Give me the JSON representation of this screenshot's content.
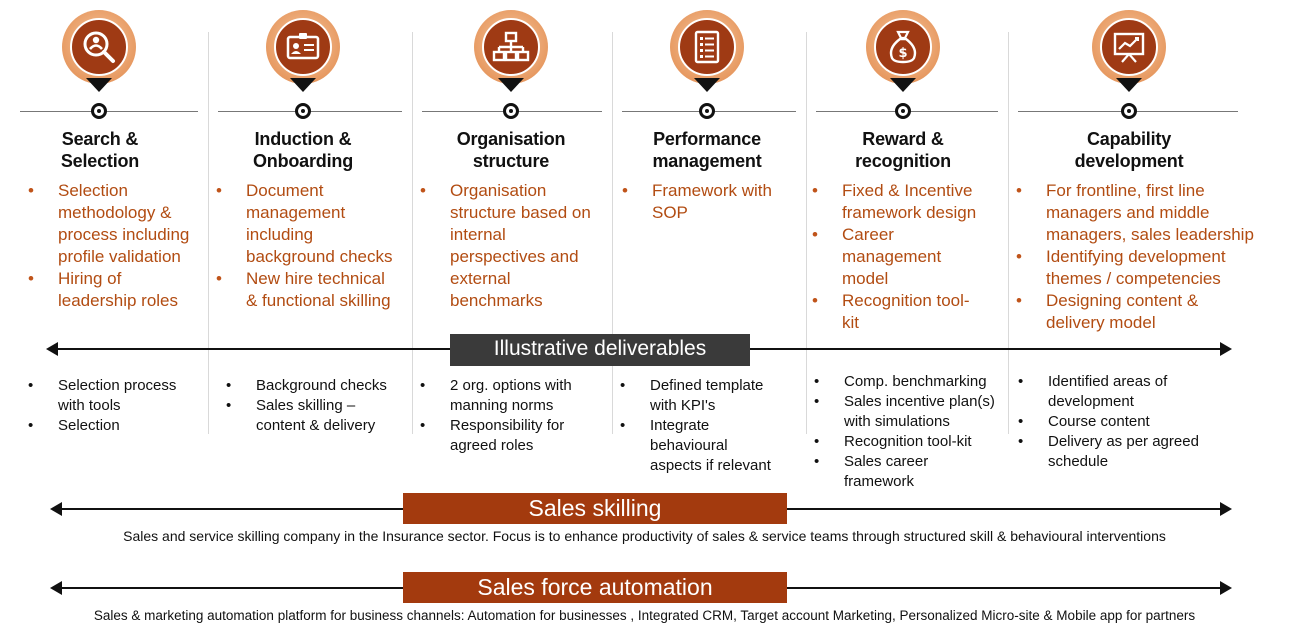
{
  "colors": {
    "accent": "#b24c12",
    "badge_inner": "#9f3a14",
    "banner_dark": "#3a3a3a",
    "banner_brown": "#a33a0e"
  },
  "columns": [
    {
      "icon": "search-person-icon",
      "title": [
        "Search &",
        "Selection"
      ],
      "focus": [
        [
          "Selection",
          "methodology &",
          "process including",
          "profile validation"
        ],
        [
          "Hiring of",
          "leadership roles"
        ]
      ],
      "deliverables": [
        [
          "Selection process",
          "with tools"
        ],
        [
          "Selection"
        ]
      ]
    },
    {
      "icon": "id-card-icon",
      "title": [
        "Induction &",
        "Onboarding"
      ],
      "focus": [
        [
          "Document",
          "management",
          "including",
          "background checks"
        ],
        [
          "New hire technical",
          "& functional skilling"
        ]
      ],
      "deliverables": [
        [
          "Background checks"
        ],
        [
          "Sales skilling –",
          "content & delivery"
        ]
      ]
    },
    {
      "icon": "org-chart-icon",
      "title": [
        "Organisation",
        "structure"
      ],
      "focus": [
        [
          "Organisation",
          "structure based on",
          "internal",
          "perspectives and",
          "external",
          "benchmarks"
        ]
      ],
      "deliverables": [
        [
          "2 org. options with",
          "manning norms"
        ],
        [
          "Responsibility for",
          "agreed roles"
        ]
      ]
    },
    {
      "icon": "checklist-document-icon",
      "title": [
        "Performance",
        "management"
      ],
      "focus": [
        [
          "Framework with",
          "SOP"
        ]
      ],
      "deliverables": [
        [
          "Defined template",
          "with KPI's"
        ],
        [
          "Integrate",
          "behavioural",
          "aspects if relevant"
        ]
      ]
    },
    {
      "icon": "money-bag-icon",
      "title": [
        "Reward &",
        "recognition"
      ],
      "focus": [
        [
          "Fixed & Incentive",
          "framework design"
        ],
        [
          "Career",
          "management",
          "model"
        ],
        [
          "Recognition tool-",
          "kit"
        ]
      ],
      "deliverables": [
        [
          "Comp. benchmarking"
        ],
        [
          "Sales incentive plan(s)",
          "with simulations"
        ],
        [
          "Recognition tool-kit"
        ],
        [
          "Sales career",
          "framework"
        ]
      ]
    },
    {
      "icon": "presentation-chart-icon",
      "title": [
        "Capability",
        "development"
      ],
      "focus": [
        [
          "For frontline, first line",
          "managers and middle",
          "managers, sales leadership"
        ],
        [
          "Identifying development",
          "themes / competencies"
        ],
        [
          "Designing content &",
          "delivery model"
        ]
      ],
      "deliverables": [
        [
          "Identified areas of",
          "development"
        ],
        [
          "Course content"
        ],
        [
          "Delivery as per agreed",
          "schedule"
        ]
      ]
    }
  ],
  "deliverables_banner": "Illustrative deliverables",
  "sales_skilling": {
    "title": "Sales skilling",
    "description": "Sales and service skilling company in the Insurance sector. Focus is to enhance productivity of sales & service teams through structured skill & behavioural interventions"
  },
  "sales_force_automation": {
    "title": "Sales force automation",
    "description": "Sales & marketing automation platform for business channels: Automation for businesses , Integrated CRM, Target account Marketing, Personalized Micro-site & Mobile app for partners"
  }
}
